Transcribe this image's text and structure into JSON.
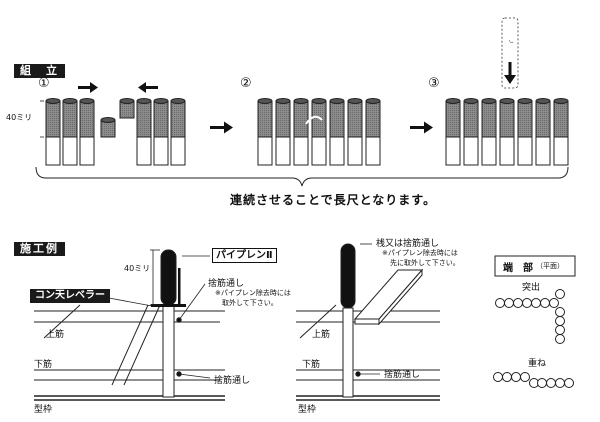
{
  "assembly": {
    "section_label": "組　立",
    "step_labels": [
      "①",
      "②",
      "③"
    ],
    "height_label": "40ミリ",
    "caption": "連続させることで長尺となります。"
  },
  "example": {
    "section_label": "施工例",
    "height_label": "40ミリ",
    "product_label": "パイプレンⅡ",
    "leveler_label": "コン天レベラー",
    "bar_note_1_title": "捨筋通し",
    "bar_note_1_sub_line1": "※パイプレン除去時には",
    "bar_note_1_sub_line2": "取外して下さい。",
    "upper_bar_label": "上筋",
    "lower_bar_label": "下筋",
    "bar_note_2": "捨筋通し",
    "formwork_label": "型枠",
    "right_note_title": "桟又は捨筋通し",
    "right_note_sub_line1": "※パイプレン除去時には",
    "right_note_sub_line2": "先に取外して下さい。",
    "right_upper_bar_label": "上筋",
    "right_lower_bar_label": "下筋",
    "right_bar_note": "捨筋通し",
    "right_formwork_label": "型枠"
  },
  "end_section": {
    "title": "端　部",
    "title_sub": "（平面）",
    "protrude_label": "突出",
    "overlap_label": "重ね"
  }
}
